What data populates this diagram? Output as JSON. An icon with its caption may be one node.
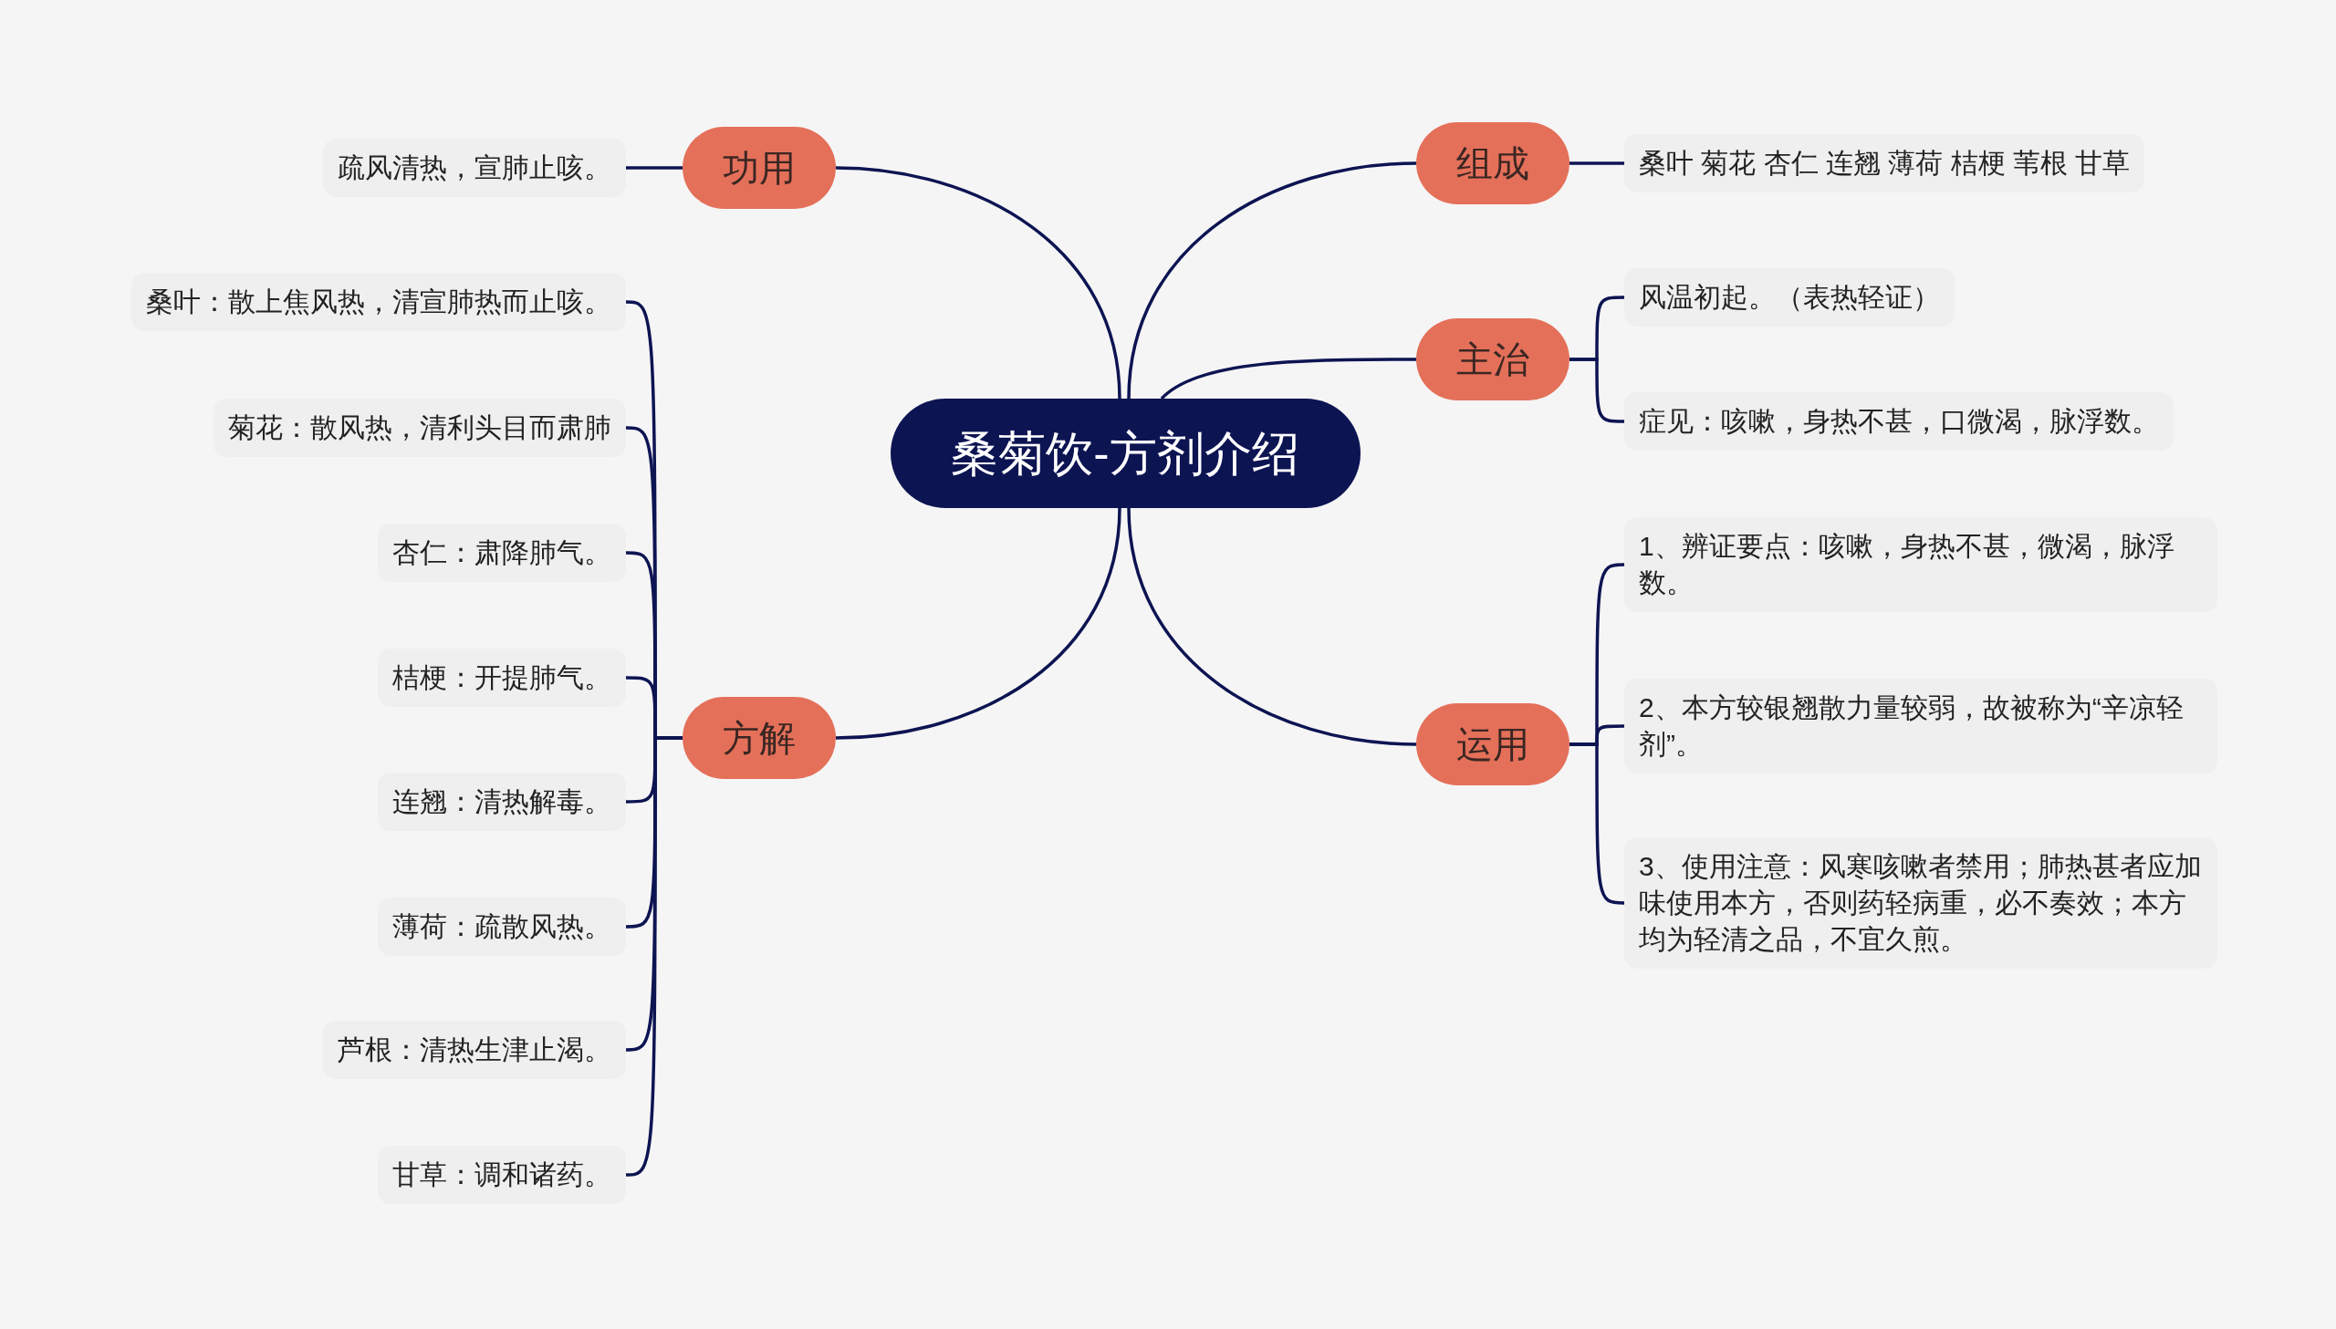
{
  "diagram": {
    "nodes": [
      {
        "text": [
          "桑菊饮-方剂介绍"
        ]
      },
      {
        "text": [
          "功用"
        ]
      },
      {
        "text": [
          "疏风清热，宣肺止咳。"
        ]
      },
      {
        "text": [
          "组成"
        ]
      },
      {
        "text": [
          "桑叶 菊花 杏仁 连翘 薄荷 桔梗 苇根 甘草"
        ]
      },
      {
        "text": [
          "主治"
        ]
      },
      {
        "text": [
          "风温初起。（表热轻证）"
        ]
      },
      {
        "text": [
          "症见：咳嗽，身热不甚，口微渴，脉浮数。"
        ]
      },
      {
        "text": [
          "方解"
        ]
      },
      {
        "text": [
          "桑叶：散上焦风热，清宣肺热而止咳。"
        ]
      },
      {
        "text": [
          "菊花：散风热，清利头目而肃肺"
        ]
      },
      {
        "text": [
          "杏仁：肃降肺气。"
        ]
      },
      {
        "text": [
          "桔梗：开提肺气。"
        ]
      },
      {
        "text": [
          "连翘：清热解毒。"
        ]
      },
      {
        "text": [
          "薄荷：疏散风热。"
        ]
      },
      {
        "text": [
          "芦根：清热生津止渴。"
        ]
      },
      {
        "text": [
          "甘草：调和诸药。"
        ]
      },
      {
        "text": [
          "运用"
        ]
      },
      {
        "text": [
          "1、辨证要点：咳嗽，身热不甚，微渴，脉浮数。"
        ]
      },
      {
        "text": [
          "2、本方较银翘散力量较弱，故被称为“辛凉轻剂”。"
        ]
      },
      {
        "text": [
          "3、使用注意：风寒咳嗽者禁用；肺热甚者应加味使用本方，否则药轻病重，必不奏效；本方均为轻清之品，不宜久煎。"
        ]
      }
    ],
    "edges": [
      {
        "from": 0,
        "to": 1,
        "arrow": "none"
      },
      {
        "from": 1,
        "to": 2,
        "arrow": "none"
      },
      {
        "from": 0,
        "to": 3,
        "arrow": "none"
      },
      {
        "from": 3,
        "to": 4,
        "arrow": "none"
      },
      {
        "from": 0,
        "to": 5,
        "arrow": "none"
      },
      {
        "from": 5,
        "to": 6,
        "arrow": "none"
      },
      {
        "from": 5,
        "to": 7,
        "arrow": "none"
      },
      {
        "from": 0,
        "to": 8,
        "arrow": "none"
      },
      {
        "from": 8,
        "to": 9,
        "arrow": "none"
      },
      {
        "from": 8,
        "to": 10,
        "arrow": "none"
      },
      {
        "from": 8,
        "to": 11,
        "arrow": "none"
      },
      {
        "from": 8,
        "to": 12,
        "arrow": "none"
      },
      {
        "from": 8,
        "to": 13,
        "arrow": "none"
      },
      {
        "from": 8,
        "to": 14,
        "arrow": "none"
      },
      {
        "from": 8,
        "to": 15,
        "arrow": "none"
      },
      {
        "from": 8,
        "to": 16,
        "arrow": "none"
      },
      {
        "from": 0,
        "to": 17,
        "arrow": "none"
      },
      {
        "from": 17,
        "to": 18,
        "arrow": "none"
      },
      {
        "from": 17,
        "to": 19,
        "arrow": "none"
      },
      {
        "from": 17,
        "to": 20,
        "arrow": "none"
      }
    ]
  }
}
